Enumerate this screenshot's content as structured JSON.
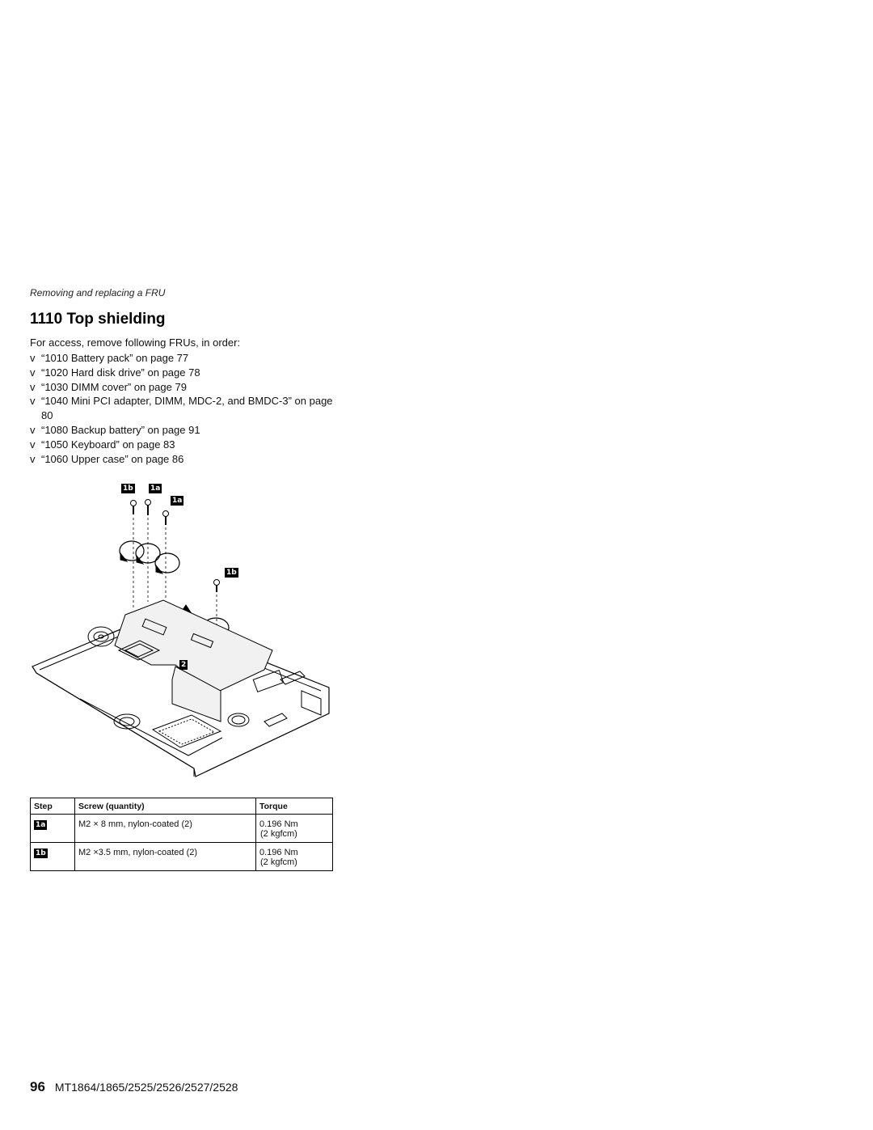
{
  "running_head": "Removing and replacing a FRU",
  "section_title": "1110 Top shielding",
  "intro": "For access, remove following FRUs, in order:",
  "bullet_char": "v",
  "prerequisites": [
    "“1010 Battery pack” on page 77",
    "“1020 Hard disk drive” on page 78",
    "“1030 DIMM cover” on page 79",
    "“1040 Mini PCI adapter, DIMM, MDC-2, and BMDC-3” on page 80",
    "“1080 Backup battery” on page 91",
    "“1050 Keyboard” on page 83",
    "“1060 Upper case” on page 86"
  ],
  "figure": {
    "callouts": [
      "1b",
      "1a",
      "1a",
      "1b",
      "2"
    ]
  },
  "screw_table": {
    "headers": [
      "Step",
      "Screw (quantity)",
      "Torque"
    ],
    "rows": [
      {
        "step": "1a",
        "screw": "M2 × 8 mm, nylon-coated (2)",
        "torque": "0.196 Nm",
        "torque_alt": "(2 kgfcm)"
      },
      {
        "step": "1b",
        "screw": "M2 ×3.5 mm, nylon-coated (2)",
        "torque": "0.196 Nm",
        "torque_alt": "(2 kgfcm)"
      }
    ]
  },
  "footer": {
    "page_number": "96",
    "machine_types": "MT1864/1865/2525/2526/2527/2528"
  }
}
